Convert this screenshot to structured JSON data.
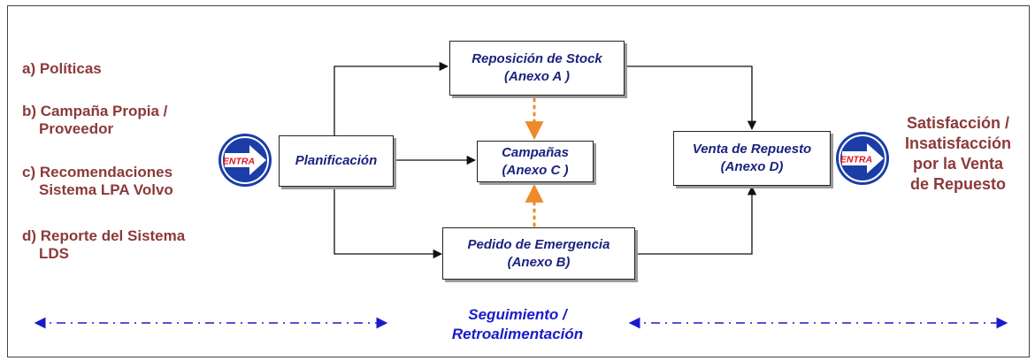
{
  "inputs": {
    "a": "a) Políticas",
    "b1": "b) Campaña Propia   /",
    "b2": "Proveedor",
    "c1": "c) Recomendaciones",
    "c2": "Sistema LPA Volvo",
    "d1": "d) Reporte del Sistema",
    "d2": "LDS"
  },
  "entra_label": "ENTRA",
  "boxes": {
    "planificacion": "Planificación",
    "reposicion_1": "Reposición de Stock",
    "reposicion_2": "(Anexo A )",
    "campanas_1": "Campañas",
    "campanas_2": "(Anexo C )",
    "pedido_1": "Pedido de Emergencia",
    "pedido_2": "(Anexo  B)",
    "venta_1": "Venta de Repuesto",
    "venta_2": "(Anexo  D)"
  },
  "output": {
    "line1": "Satisfacción  /",
    "line2": "Insatisfacción",
    "line3": "por la Venta",
    "line4": "de Repuesto"
  },
  "feedback": {
    "line1": "Seguimiento   /",
    "line2": "Retroalimentación"
  },
  "colors": {
    "input_text": "#8b3a3a",
    "box_text": "#1a237e",
    "dotted_arrow": "#ee8a2a",
    "feedback": "#1a1acc",
    "entra_circle": "#1a3da8"
  }
}
